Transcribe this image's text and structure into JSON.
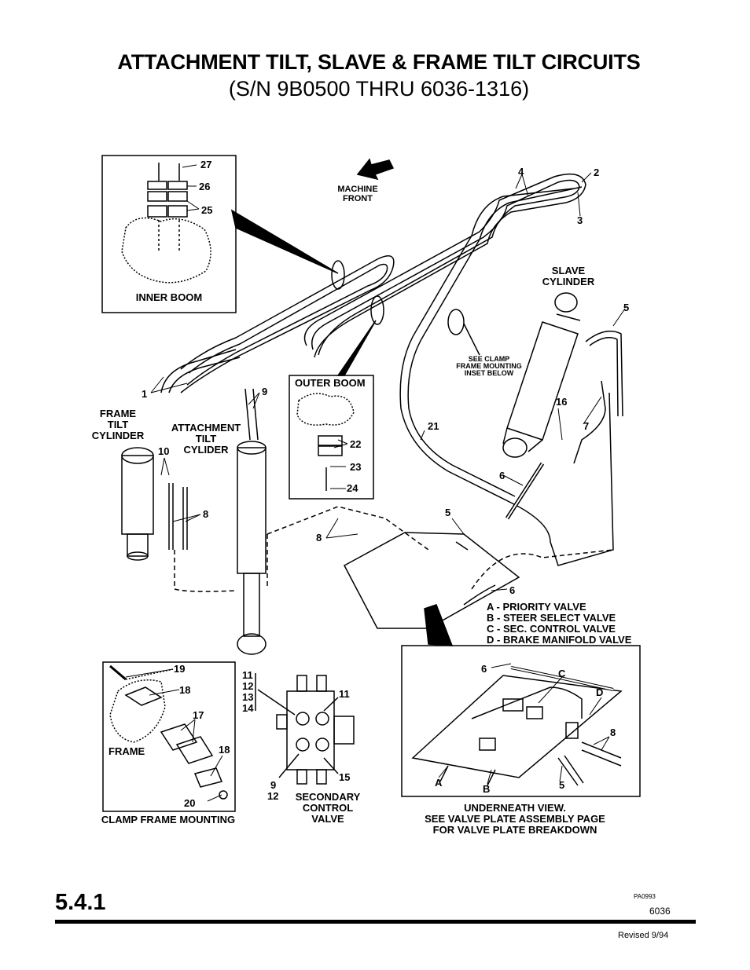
{
  "header": {
    "title": "ATTACHMENT TILT, SLAVE & FRAME TILT CIRCUITS",
    "subtitle": "(S/N 9B0500 THRU 6036-1316)"
  },
  "labels": {
    "machine_front_1": "MACHINE",
    "machine_front_2": "FRONT",
    "inner_boom": "INNER BOOM",
    "outer_boom": "OUTER BOOM",
    "slave_cyl_1": "SLAVE",
    "slave_cyl_2": "CYLINDER",
    "frame_tilt_1": "FRAME",
    "frame_tilt_2": "TILT",
    "frame_tilt_3": "CYLINDER",
    "att_tilt_1": "ATTACHMENT",
    "att_tilt_2": "TILT",
    "att_tilt_3": "CYLIDER",
    "see_clamp_1": "SEE CLAMP",
    "see_clamp_2": "FRAME MOUNTING",
    "see_clamp_3": "INSET BELOW",
    "valve_a": "A - PRIORITY VALVE",
    "valve_b": "B - STEER SELECT VALVE",
    "valve_c": "C - SEC. CONTROL VALVE",
    "valve_d": "D - BRAKE MANIFOLD VALVE",
    "frame": "FRAME",
    "clamp_frame": "CLAMP FRAME MOUNTING",
    "sec_ctrl_1": "SECONDARY",
    "sec_ctrl_2": "CONTROL",
    "sec_ctrl_3": "VALVE",
    "under_1": "UNDERNEATH VIEW.",
    "under_2": "SEE VALVE PLATE ASSEMBLY PAGE",
    "under_3": "FOR VALVE PLATE BREAKDOWN"
  },
  "callouts": {
    "n1": "1",
    "n2": "2",
    "n3": "3",
    "n4": "4",
    "n5a": "5",
    "n5b": "5",
    "n5c": "5",
    "n6a": "6",
    "n6b": "6",
    "n6c": "6",
    "n7": "7",
    "n8a": "8",
    "n8b": "8",
    "n8c": "8",
    "n9a": "9",
    "n9b": "9",
    "n10": "10",
    "n11a": "11",
    "n11b": "11",
    "n12a": "12",
    "n12b": "12",
    "n13": "13",
    "n14": "14",
    "n15": "15",
    "n16": "16",
    "n17": "17",
    "n18a": "18",
    "n18b": "18",
    "n19": "19",
    "n20": "20",
    "n21": "21",
    "n22": "22",
    "n23": "23",
    "n24": "24",
    "n25": "25",
    "n26": "26",
    "n27": "27",
    "ca": "A",
    "cb": "B",
    "cc": "C",
    "cd": "D"
  },
  "footer": {
    "section": "5.4.1",
    "ref": "PA0993",
    "doc": "6036",
    "revised": "Revised 9/94"
  }
}
